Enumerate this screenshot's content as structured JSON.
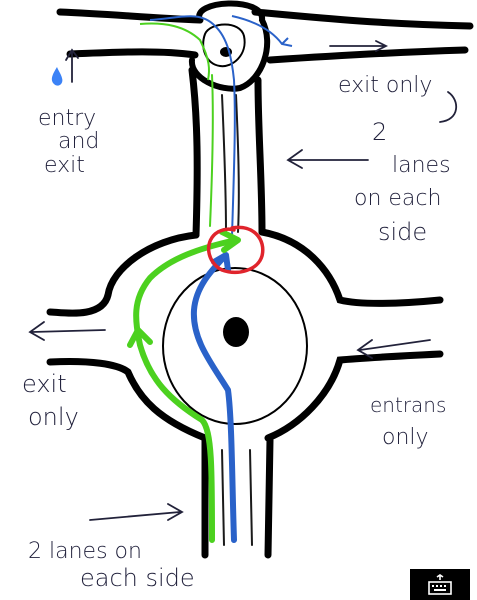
{
  "colors": {
    "road": "#000000",
    "thin_line": "#1a1a1a",
    "green_path": "#4cd11f",
    "blue_path": "#2a62c9",
    "highlight_circle": "#e0242c",
    "arrow": "#22223a",
    "drop_icon": "#3b82f6"
  },
  "labels": {
    "entry_exit": [
      "entry",
      "and",
      "exit"
    ],
    "exit_only_top": "exit only",
    "two_lanes_right": [
      "2",
      "lanes",
      "on each",
      "side"
    ],
    "exit_only_left": [
      "exit",
      "only"
    ],
    "entrance_only": [
      "entrans",
      "only"
    ],
    "two_lanes_bottom": [
      "2 lanes on",
      "each side"
    ]
  },
  "icons": {
    "water_drop": "water-drop-icon",
    "keyboard_toggle": "keyboard-toggle-icon"
  }
}
